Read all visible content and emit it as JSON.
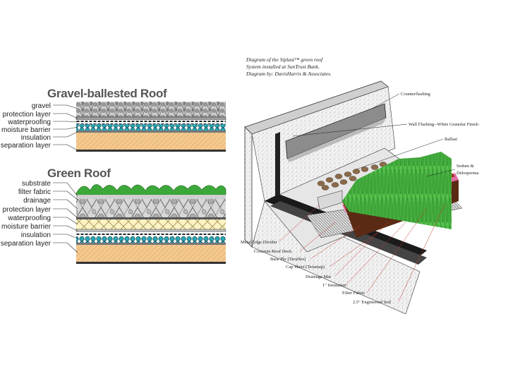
{
  "gravel_roof": {
    "title": "Gravel-ballested Roof",
    "layers": [
      "gravel",
      "protection layer",
      "waterproofing",
      "moisture barrier",
      "insulation",
      "separation layer"
    ]
  },
  "green_roof": {
    "title": "Green Roof",
    "layers": [
      "substrate",
      "filter fabric",
      "drainage",
      "protection layer",
      "waterproofing",
      "moisture barrier",
      "insulation",
      "separation layer"
    ]
  },
  "siplast": {
    "caption": [
      "Diagram of the Siplast™ green roof",
      "System installed at SunTrust Bank.",
      "Diagram by: DavisHarris & Associates."
    ],
    "labels_right": [
      "Counterflashing",
      "Wall Flashing--White Granular Finish",
      "Ballast",
      "Sedum &",
      "Delosperma"
    ],
    "labels_bottom": [
      "Metal Edge Divider",
      "Concrete Roof Deck",
      "Base Ply (Teraflex)",
      "Cap Sheet (Teramap)",
      "Drainage Mat",
      "1\" Insulation",
      "Filter Fabric",
      "2.5\" Engineered Soil"
    ]
  },
  "colors": {
    "waterproofing": "#2aa7b5",
    "insulation": "#f4c98f",
    "vegetation": "#3da83a",
    "soil": "#8a3a1c",
    "filter_fabric": "#e66aa6"
  }
}
